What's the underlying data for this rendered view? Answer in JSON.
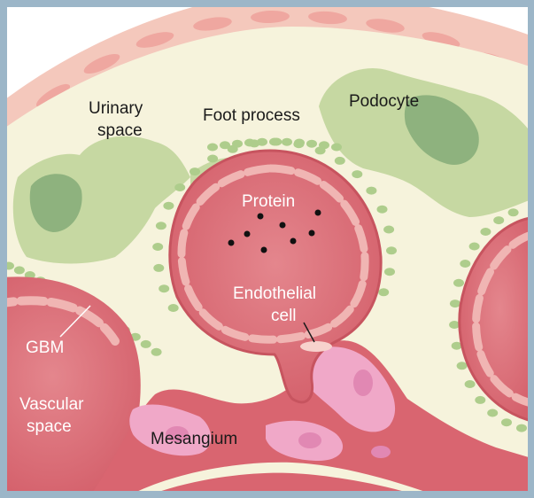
{
  "labels": {
    "urinary_space_line1": "Urinary",
    "urinary_space_line2": "space",
    "foot_process": "Foot process",
    "podocyte": "Podocyte",
    "protein": "Protein",
    "endothelial_line1": "Endothelial",
    "endothelial_line2": "cell",
    "gbm": "GBM",
    "vascular_line1": "Vascular",
    "vascular_line2": "space",
    "mesangium": "Mesangium"
  },
  "colors": {
    "frame_blue": "#9cb6c8",
    "urinary_space": "#f6f3dc",
    "bowman_capsule": "#f4c8bc",
    "capsule_cells": "#efa7a0",
    "podocyte": "#c6d8a2",
    "podocyte_nucleus": "#8eb27e",
    "foot_process": "#aecd8c",
    "capillary": "#d96570",
    "capillary_inner": "#e07d84",
    "gbm": "#f0b5b3",
    "endothelial": "#f7d2cd",
    "mesangium": "#f0a8c8",
    "mesangial_cell": "#e188b3",
    "protein_dot": "#111111"
  },
  "protein_count": 8
}
